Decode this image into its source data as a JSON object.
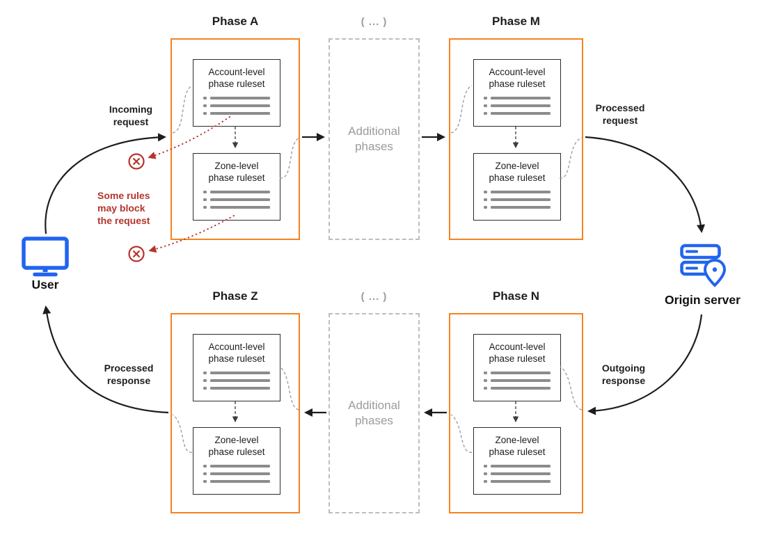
{
  "phases": {
    "a": {
      "title": "Phase A"
    },
    "m": {
      "title": "Phase M"
    },
    "z": {
      "title": "Phase Z"
    },
    "n": {
      "title": "Phase N"
    }
  },
  "ruleset": {
    "account": "Account-level\nphase ruleset",
    "zone": "Zone-level\nphase ruleset"
  },
  "additional": {
    "header": "( ... )",
    "label": "Additional\nphases"
  },
  "nodes": {
    "user": "User",
    "origin": "Origin server"
  },
  "arrows": {
    "incoming": "Incoming\nrequest",
    "processed_request": "Processed\nrequest",
    "outgoing": "Outgoing\nresponse",
    "processed_response": "Processed\nresponse"
  },
  "notes": {
    "block": "Some rules\nmay block\nthe request"
  },
  "icons": {
    "user": "monitor-icon",
    "origin": "server-location-pin-icon",
    "block": "circle-x-icon"
  },
  "colors": {
    "orange": "#f6821f",
    "blue": "#2264f0",
    "red": "#b5342c",
    "ink": "#1d1d1d",
    "grayline": "#8c8c8c",
    "graydash": "#9aa0a6",
    "graytext": "#9b9b9b",
    "grayborder": "#bdbdbd"
  }
}
